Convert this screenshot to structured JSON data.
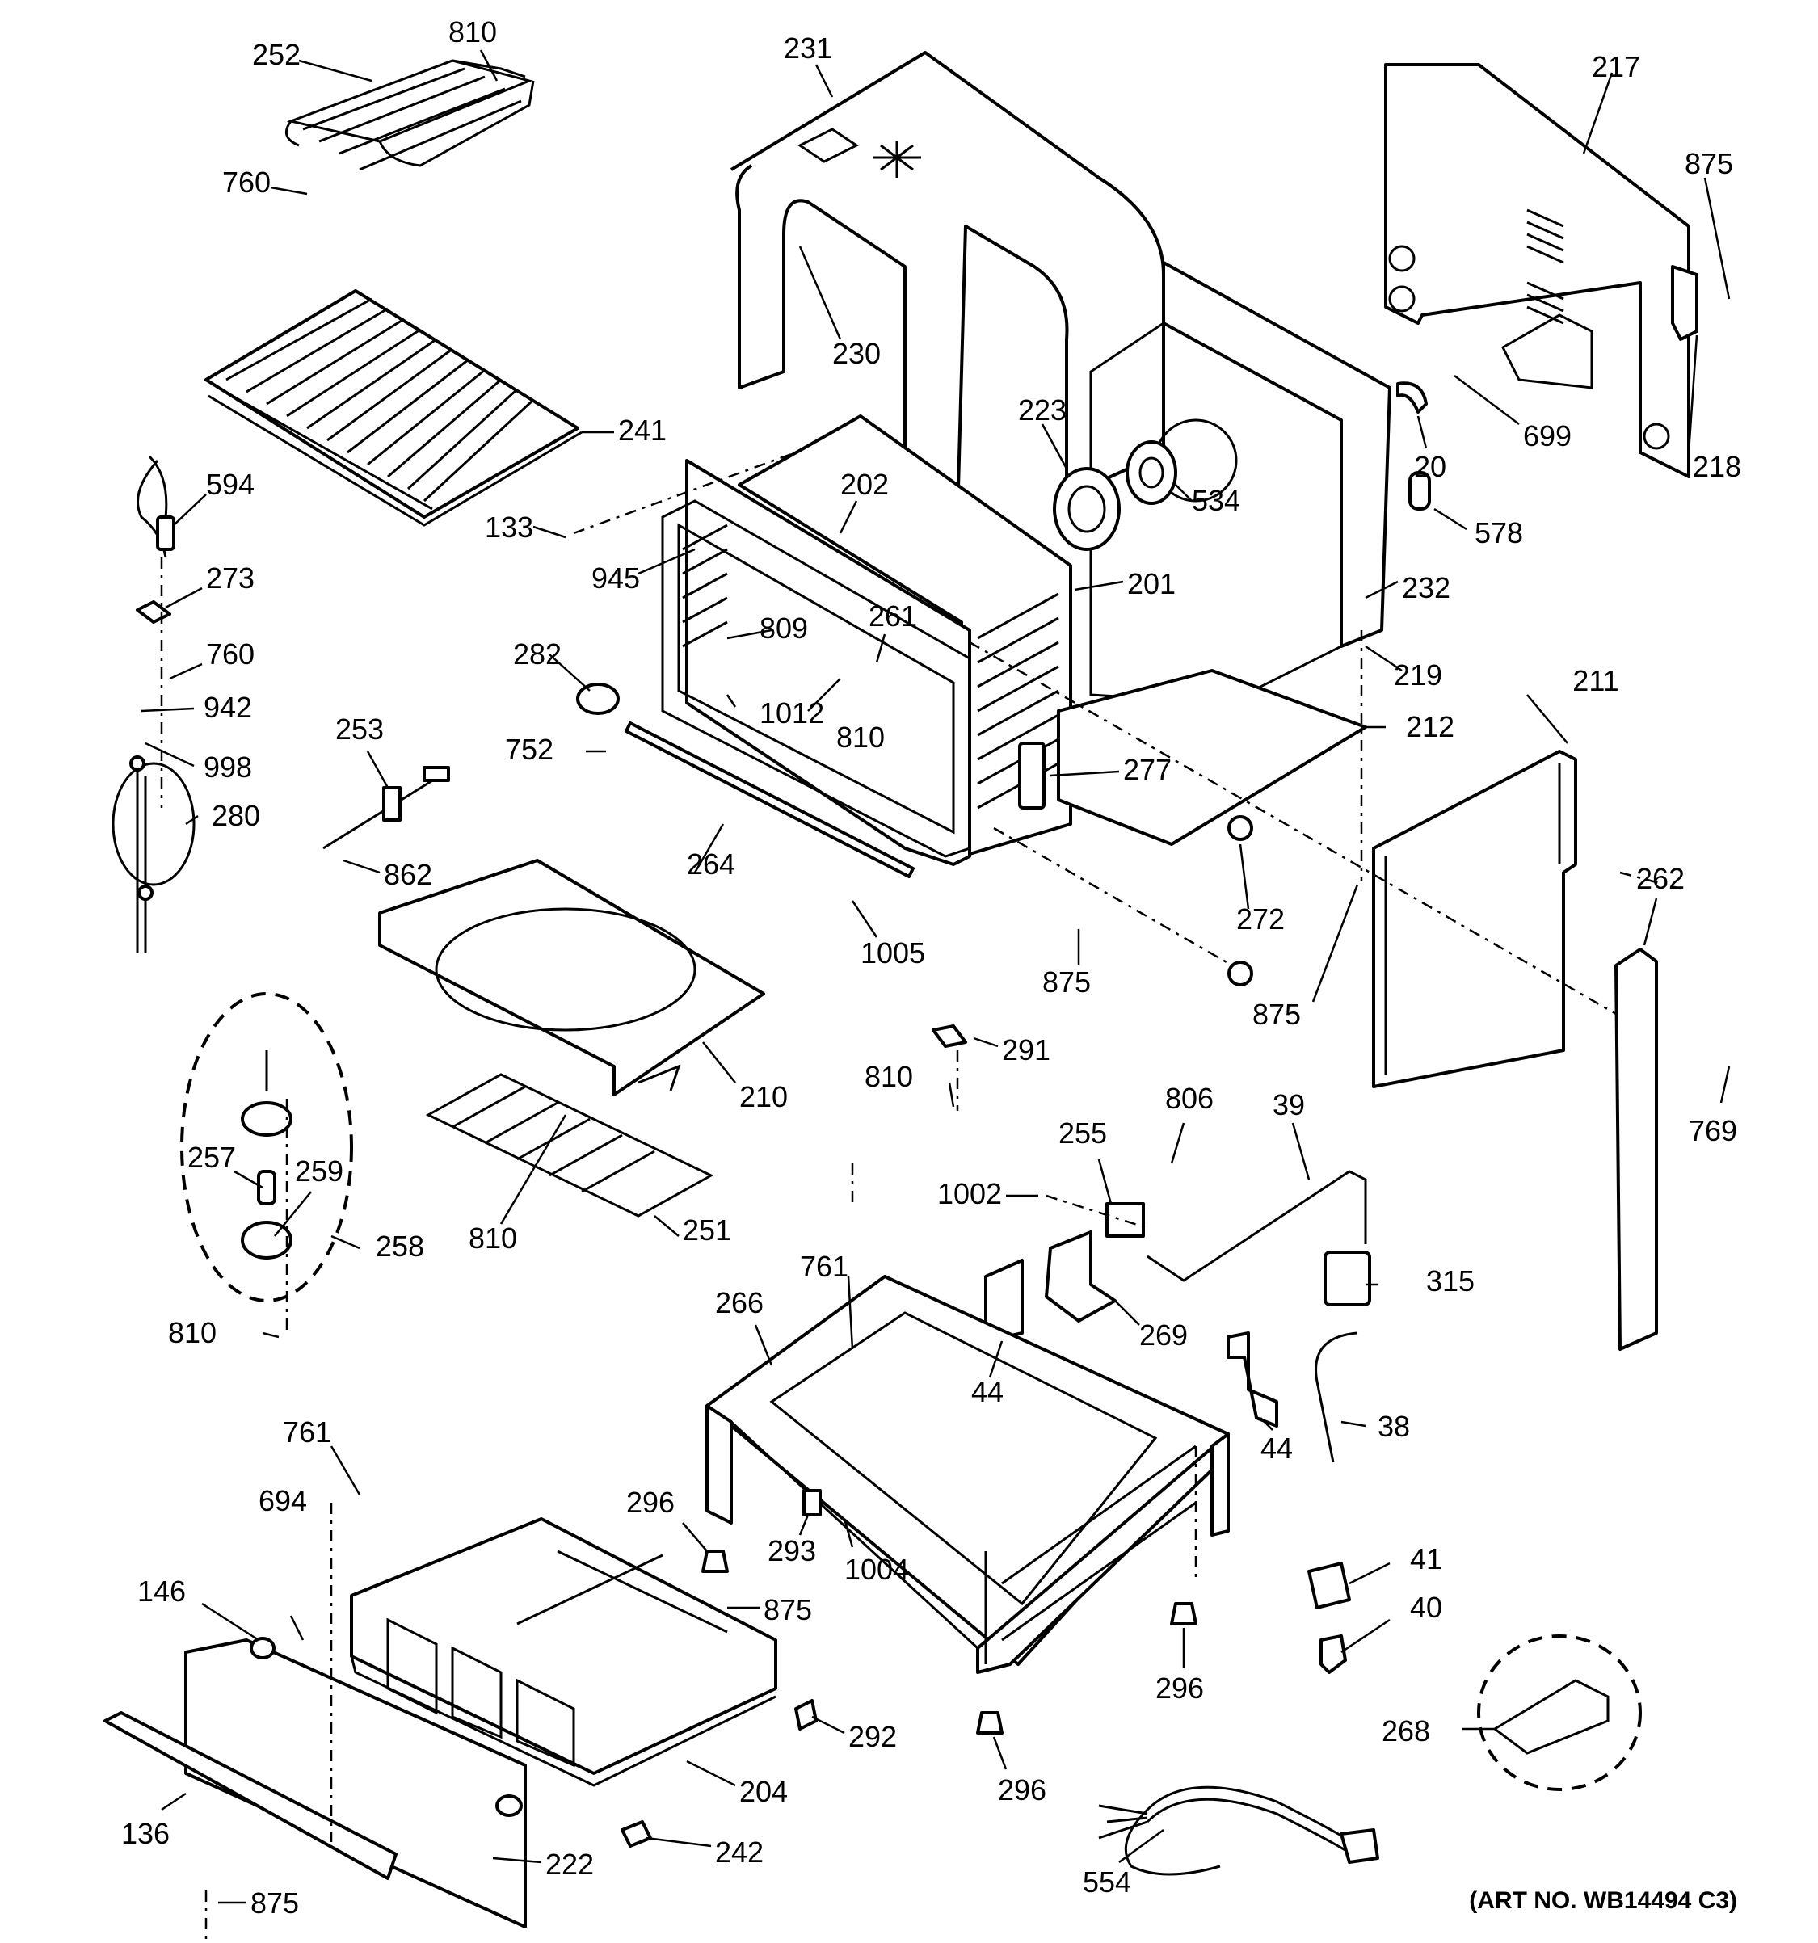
{
  "diagram": {
    "art_number": "(ART NO. WB14494 C3)",
    "callouts": [
      {
        "label": "252"
      },
      {
        "label": "810"
      },
      {
        "label": "760"
      },
      {
        "label": "241"
      },
      {
        "label": "594"
      },
      {
        "label": "273"
      },
      {
        "label": "760"
      },
      {
        "label": "942"
      },
      {
        "label": "998"
      },
      {
        "label": "280"
      },
      {
        "label": "231"
      },
      {
        "label": "230"
      },
      {
        "label": "217"
      },
      {
        "label": "875"
      },
      {
        "label": "223"
      },
      {
        "label": "534"
      },
      {
        "label": "699"
      },
      {
        "label": "20"
      },
      {
        "label": "218"
      },
      {
        "label": "578"
      },
      {
        "label": "133"
      },
      {
        "label": "202"
      },
      {
        "label": "945"
      },
      {
        "label": "201"
      },
      {
        "label": "232"
      },
      {
        "label": "261"
      },
      {
        "label": "809"
      },
      {
        "label": "219"
      },
      {
        "label": "282"
      },
      {
        "label": "1012"
      },
      {
        "label": "810"
      },
      {
        "label": "212"
      },
      {
        "label": "211"
      },
      {
        "label": "752"
      },
      {
        "label": "253"
      },
      {
        "label": "277"
      },
      {
        "label": "264"
      },
      {
        "label": "862"
      },
      {
        "label": "272"
      },
      {
        "label": "262"
      },
      {
        "label": "1005"
      },
      {
        "label": "875"
      },
      {
        "label": "875"
      },
      {
        "label": "291"
      },
      {
        "label": "810"
      },
      {
        "label": "210"
      },
      {
        "label": "769"
      },
      {
        "label": "806"
      },
      {
        "label": "39"
      },
      {
        "label": "255"
      },
      {
        "label": "257"
      },
      {
        "label": "259"
      },
      {
        "label": "258"
      },
      {
        "label": "810"
      },
      {
        "label": "251"
      },
      {
        "label": "1002"
      },
      {
        "label": "315"
      },
      {
        "label": "761"
      },
      {
        "label": "266"
      },
      {
        "label": "269"
      },
      {
        "label": "810"
      },
      {
        "label": "44"
      },
      {
        "label": "44"
      },
      {
        "label": "38"
      },
      {
        "label": "761"
      },
      {
        "label": "296"
      },
      {
        "label": "293"
      },
      {
        "label": "1004"
      },
      {
        "label": "694"
      },
      {
        "label": "41"
      },
      {
        "label": "146"
      },
      {
        "label": "875"
      },
      {
        "label": "40"
      },
      {
        "label": "296"
      },
      {
        "label": "268"
      },
      {
        "label": "292"
      },
      {
        "label": "296"
      },
      {
        "label": "204"
      },
      {
        "label": "136"
      },
      {
        "label": "242"
      },
      {
        "label": "222"
      },
      {
        "label": "554"
      },
      {
        "label": "875"
      }
    ]
  }
}
